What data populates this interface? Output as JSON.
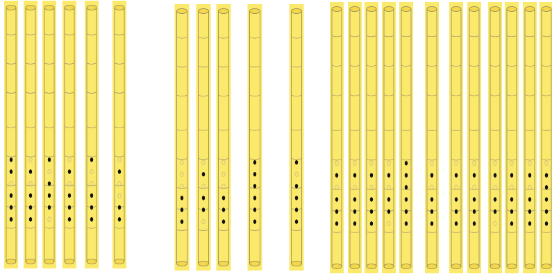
{
  "colors": {
    "background": "#ffffff",
    "tube_fill": "#fbe96b",
    "tube_shade": "#f4d84a",
    "outline": "#8a8060",
    "segment_line": "#9a9070",
    "hole_filled": "#111111",
    "hole_open": "#c9bf80"
  },
  "groups": [
    {
      "name": "group-1",
      "tubes": [
        {
          "holes": [
            1,
            1,
            0,
            1,
            1,
            1
          ]
        },
        {
          "holes": [
            0,
            1,
            0,
            1,
            1,
            1
          ]
        },
        {
          "holes": [
            1,
            0,
            1,
            1,
            1,
            0
          ]
        },
        {
          "holes": [
            0,
            1,
            0,
            1,
            1,
            1
          ]
        },
        {
          "holes": [
            1,
            0,
            0,
            1,
            1,
            1
          ]
        },
        {
          "holes": [
            0,
            1,
            0,
            0,
            1,
            1
          ]
        }
      ]
    },
    {
      "name": "group-2",
      "tubes": [
        {
          "holes": [
            0,
            0,
            0,
            1,
            1,
            1
          ]
        },
        {
          "holes": [
            0,
            1,
            0,
            1,
            1,
            0
          ]
        },
        {
          "holes": [
            0,
            0,
            0,
            1,
            1,
            1
          ]
        },
        {
          "holes": [
            1,
            1,
            1,
            1,
            1,
            1
          ]
        },
        {
          "holes": [
            1,
            0,
            1,
            1,
            1,
            1
          ]
        }
      ]
    },
    {
      "name": "group-3",
      "tubes": [
        {
          "holes": [
            0,
            1,
            0,
            1,
            1,
            1
          ]
        },
        {
          "holes": [
            0,
            1,
            0,
            1,
            1,
            1
          ]
        },
        {
          "holes": [
            0,
            1,
            0,
            1,
            1,
            1
          ]
        },
        {
          "holes": [
            0,
            1,
            0,
            1,
            1,
            0
          ]
        },
        {
          "holes": [
            1,
            1,
            1,
            1,
            1,
            1
          ]
        },
        {
          "holes": [
            0,
            1,
            0,
            1,
            1,
            1
          ]
        },
        {
          "holes": [
            0,
            1,
            0,
            1,
            1,
            1
          ]
        },
        {
          "holes": [
            0,
            1,
            0,
            1,
            1,
            1
          ]
        },
        {
          "holes": [
            0,
            1,
            0,
            1,
            1,
            0
          ]
        },
        {
          "holes": [
            0,
            1,
            0,
            1,
            1,
            1
          ]
        },
        {
          "holes": [
            0,
            1,
            0,
            1,
            1,
            1
          ]
        },
        {
          "holes": [
            0,
            1,
            1,
            1,
            1,
            1
          ]
        }
      ]
    }
  ]
}
